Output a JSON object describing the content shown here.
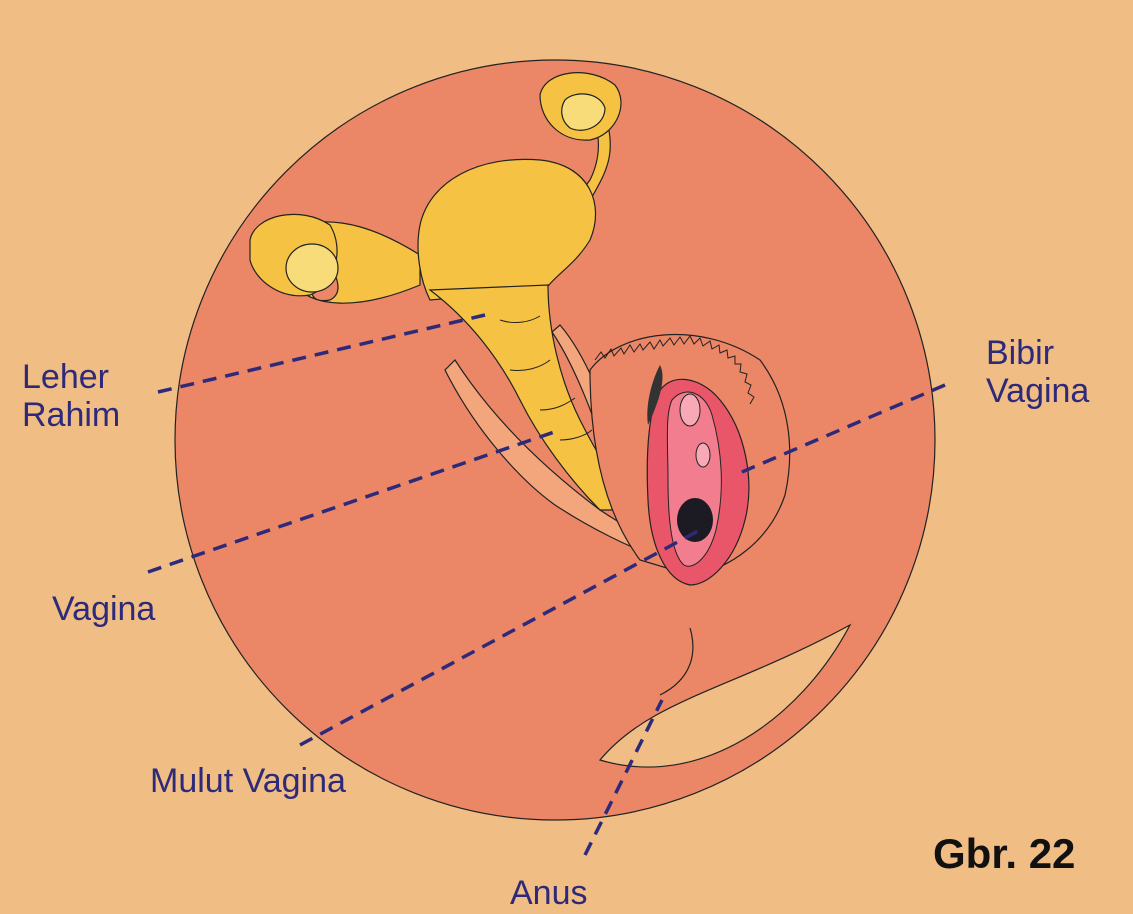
{
  "labels": {
    "leher_rahim_line1": "Leher",
    "leher_rahim_line2": "Rahim",
    "bibir_vagina_line1": "Bibir",
    "bibir_vagina_line2": "Vagina",
    "vagina": "Vagina",
    "mulut_vagina": "Mulut Vagina",
    "anus": "Anus"
  },
  "figure": {
    "title": "Gbr. 22",
    "subtitle": ""
  },
  "colors": {
    "background": "#f0bd84",
    "circle": "#eb8767",
    "uterus": "#f5c243",
    "uterus_light": "#f8dc7a",
    "vaginal_wall": "#f3a67b",
    "labia": "#e9566a",
    "labia_inner": "#f27d8e",
    "leader_line": "#2e2a7a",
    "label_text": "#2e2a7a"
  }
}
